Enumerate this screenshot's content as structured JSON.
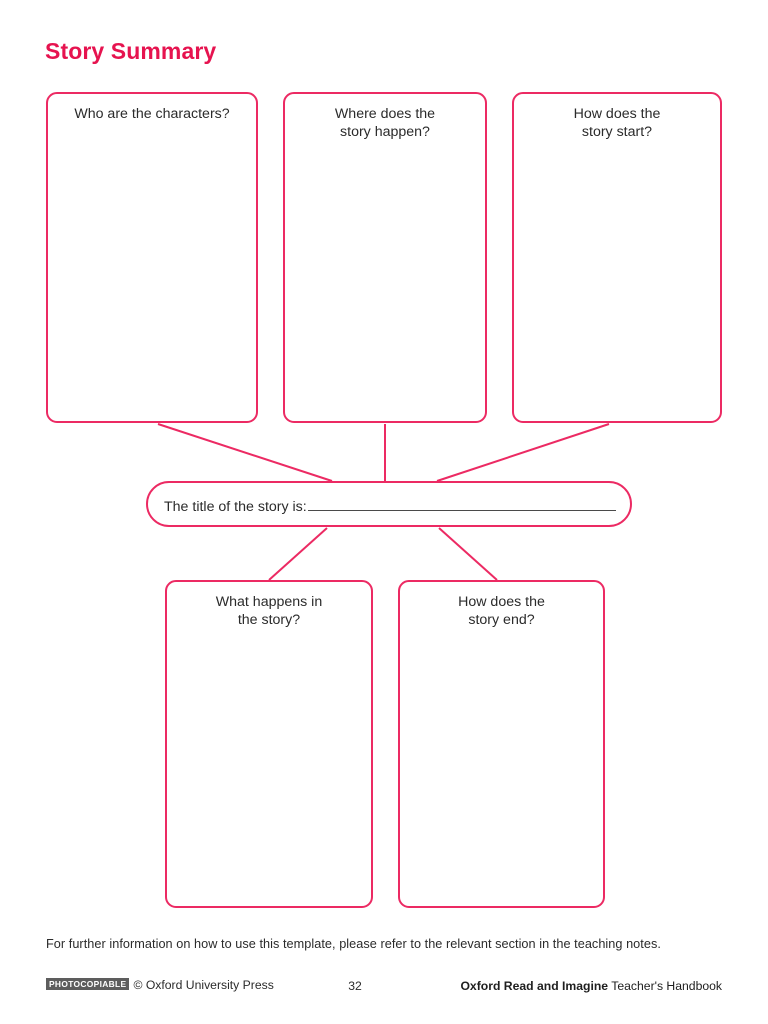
{
  "page": {
    "title": "Story Summary",
    "accent_color": "#ec2a63",
    "title_color": "#e6134f",
    "text_color": "#2b2b2b"
  },
  "boxes": {
    "characters": {
      "label": "Who are the characters?"
    },
    "where": {
      "line1": "Where does the",
      "line2": "story happen?"
    },
    "start": {
      "line1": "How does the",
      "line2": "story start?"
    },
    "happens": {
      "line1": "What happens in",
      "line2": "the story?"
    },
    "end": {
      "line1": "How does the",
      "line2": "story end?"
    }
  },
  "title_bar": {
    "prompt": "The title of the story is:",
    "value": ""
  },
  "footer": {
    "note": "For further information on how to use this template, please refer to the relevant section in the teaching notes.",
    "photocopiable": "PHOTOCOPIABLE",
    "copyright": "© Oxford University Press",
    "page_number": "32",
    "series": "Oxford Read and Imagine",
    "book": "Teacher's Handbook"
  }
}
